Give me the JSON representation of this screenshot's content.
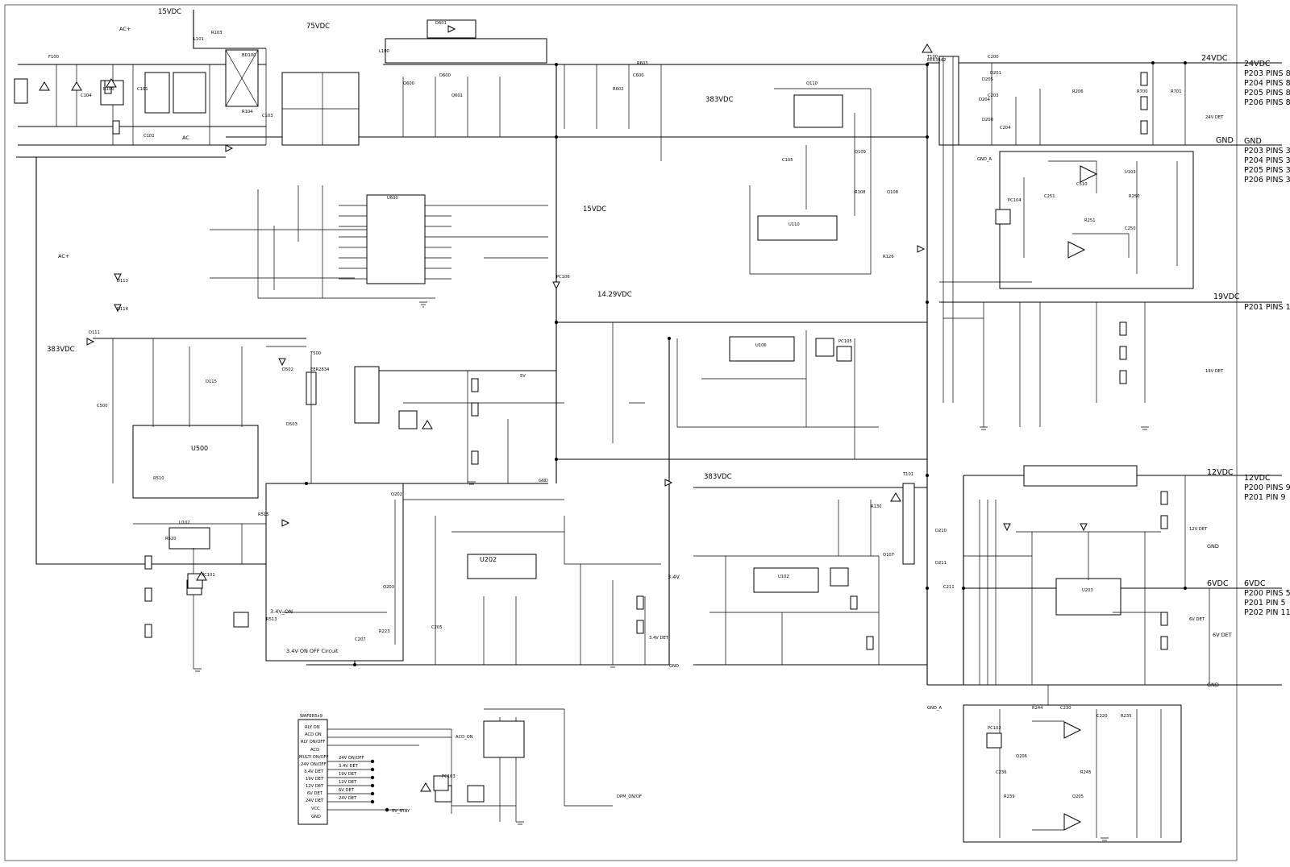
{
  "colors": {
    "ink": "#000000",
    "paper": "#ffffff"
  },
  "icons": {
    "warning": "warning-triangle-icon",
    "optocoupler": "optocoupler-icon",
    "ground": "ground-icon"
  },
  "rail_labels": {
    "v15_top": "15VDC",
    "v75": "75VDC",
    "v383_top": "383VDC",
    "v15_mid": "15VDC",
    "v1429": "14.29VDC",
    "v383_left": "383VDC",
    "v383_mid": "383VDC",
    "v34": "3.4V",
    "v34_on": "3.4V_ON",
    "acp_top": "AC+",
    "acp_mid": "AC+",
    "ac": "AC",
    "v5vstby": "5V_STBY",
    "gnd_left": "GND",
    "gnd_mid": "GND",
    "v5v_small": "5V",
    "gnd_a_top": "GND_A",
    "gnd_a_bottom": "GND_A",
    "ac_on": "ACD_ON",
    "dpm_onoff": "DPM_ON/OF"
  },
  "output_labels": {
    "v24": "24VDC",
    "v24_pins": [
      "P203 PINS 8 - 12",
      "P204 PINS 8 - 12",
      "P205 PINS 8 - 12",
      "P206 PINS 8 - 12"
    ],
    "gnd": "GND",
    "gnd_pins": [
      "P203 PINS 3 - 7",
      "P204 PINS 3 - 7",
      "P205 PINS 3 - 7",
      "P206 PINS 3 - 7"
    ],
    "v19": "19VDC",
    "v19_pins": [
      "P201 PINS 1, 2"
    ],
    "v12": "12VDC",
    "v12_pins": [
      "P200 PINS 9, 10",
      "P201 PIN 9"
    ],
    "v6": "6VDC",
    "v6_pins": [
      "P200 PINS 5, 6",
      "P201 PIN 5",
      "P202 PIN 11"
    ],
    "gnd_mid_r": "GND",
    "gnd_bottom_r": "GND",
    "v6_det": "6V DET",
    "v24_det": "24V DET",
    "v19_det": "19V DET",
    "v12_det": "12V DET",
    "v6_det_small": "6V DET",
    "v34_det": "3.4V DET"
  },
  "ic_labels": {
    "u500": "U500",
    "u202": "U202",
    "u110": "U110",
    "u102": "U102",
    "u203": "U203",
    "u106": "U106",
    "u600": "U600",
    "u102_reg": "U102"
  },
  "component_refs": [
    "F100",
    "C101",
    "C102",
    "L101",
    "R103",
    "R104",
    "BD100",
    "C103",
    "R100",
    "C104",
    "Q600",
    "Q601",
    "D600",
    "D601",
    "L100",
    "C600",
    "R602",
    "R603",
    "Q110",
    "T100",
    "C200",
    "D201",
    "D200",
    "C203",
    "R206",
    "R700",
    "R701",
    "C204",
    "D204",
    "D205",
    "Q108",
    "R108",
    "Q109",
    "C105",
    "R126",
    "D502",
    "D503",
    "C500",
    "T500",
    "R510",
    "Q202",
    "Q203",
    "C205",
    "R223",
    "C207",
    "Q107",
    "T101",
    "R130",
    "D210",
    "D211",
    "C211",
    "R235",
    "C220",
    "C230",
    "R244",
    "R245",
    "Q205",
    "Q206",
    "C236",
    "R239",
    "PC101",
    "PC102",
    "PC103",
    "PC104",
    "PC105",
    "PC106",
    "D111",
    "D113",
    "D114",
    "D115",
    "R513",
    "R515",
    "R520",
    "C510",
    "U103",
    "R250",
    "R251",
    "C250",
    "C251"
  ],
  "notes": {
    "switch_note": "3.4V ON OFF Circuit",
    "transformer_main": "EER3542",
    "transformer_aux": "EER2834"
  },
  "connector": {
    "title": "WAFER5x9",
    "pins": [
      "RLY ON",
      "ACD ON",
      "RLY ON/OFF",
      "ACD",
      "MULTI ON/OFF",
      "24V ON/OFF",
      "3.4V DET",
      "19V DET",
      "12V DET",
      "6V DET",
      "24V DET",
      "VCC",
      "GND"
    ],
    "tags": [
      "24V ON/OFF",
      "3.4V DET",
      "19V DET",
      "12V DET",
      "6V DET",
      "24V DET"
    ]
  }
}
